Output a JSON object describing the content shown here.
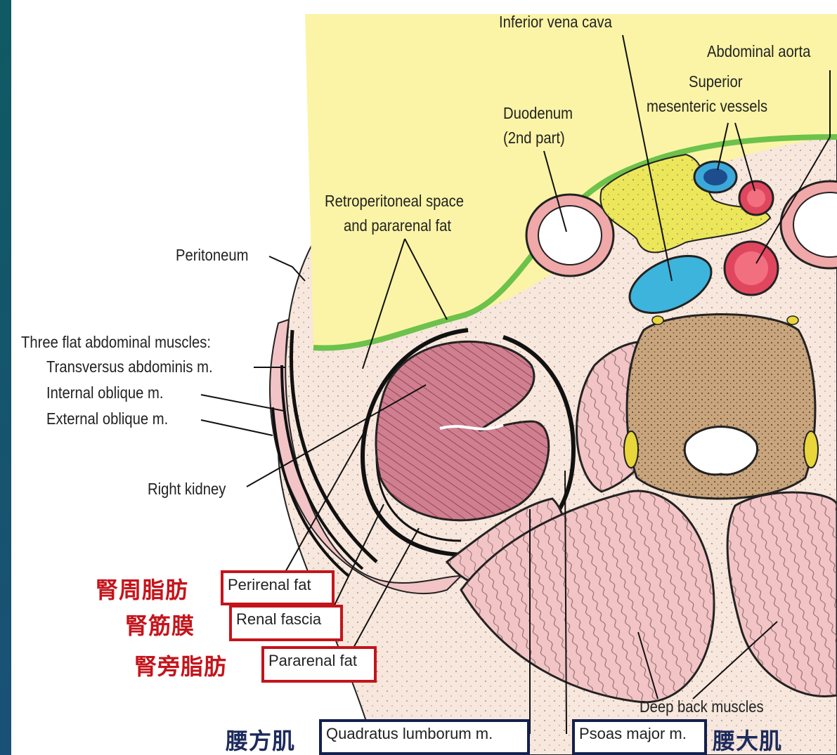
{
  "colors": {
    "background": "#1b4f7a",
    "peritoneal_cavity": "#fbf4a6",
    "peritoneum": "#6cc24a",
    "retroperitoneal_fat": "#f7e7dc",
    "muscle": "#f2c4c6",
    "kidney": "#cf7f8f",
    "vertebra": "#c9a57e",
    "ivc": "#3db4dc",
    "aorta": "#e0475e",
    "highlight_red": "#c4141b",
    "highlight_navy": "#14204d"
  },
  "labels": {
    "ivc": "Inferior vena cava",
    "aorta": "Abdominal aorta",
    "sma_line1": "Superior",
    "sma_line2": "mesenteric vessels",
    "duodenum_line1": "Duodenum",
    "duodenum_line2": "(2nd part)",
    "retro_line1": "Retroperitoneal space",
    "retro_line2": "and pararenal fat",
    "peritoneum": "Peritoneum",
    "three_flat": "Three flat abdominal muscles:",
    "transversus": "Transversus abdominis m.",
    "internal_oblique": "Internal oblique m.",
    "external_oblique": "External oblique m.",
    "right_kidney": "Right kidney",
    "deep_back": "Deep back muscles"
  },
  "highlights": {
    "perirenal": {
      "en": "Perirenal fat",
      "zh": "腎周脂肪"
    },
    "renal_fascia": {
      "en": "Renal fascia",
      "zh": "腎筋膜"
    },
    "pararenal": {
      "en": "Pararenal fat",
      "zh": "腎旁脂肪"
    },
    "quadratus": {
      "en": "Quadratus lumborum m.",
      "zh": "腰方肌"
    },
    "psoas": {
      "en": "Psoas major m.",
      "zh": "腰大肌"
    }
  }
}
